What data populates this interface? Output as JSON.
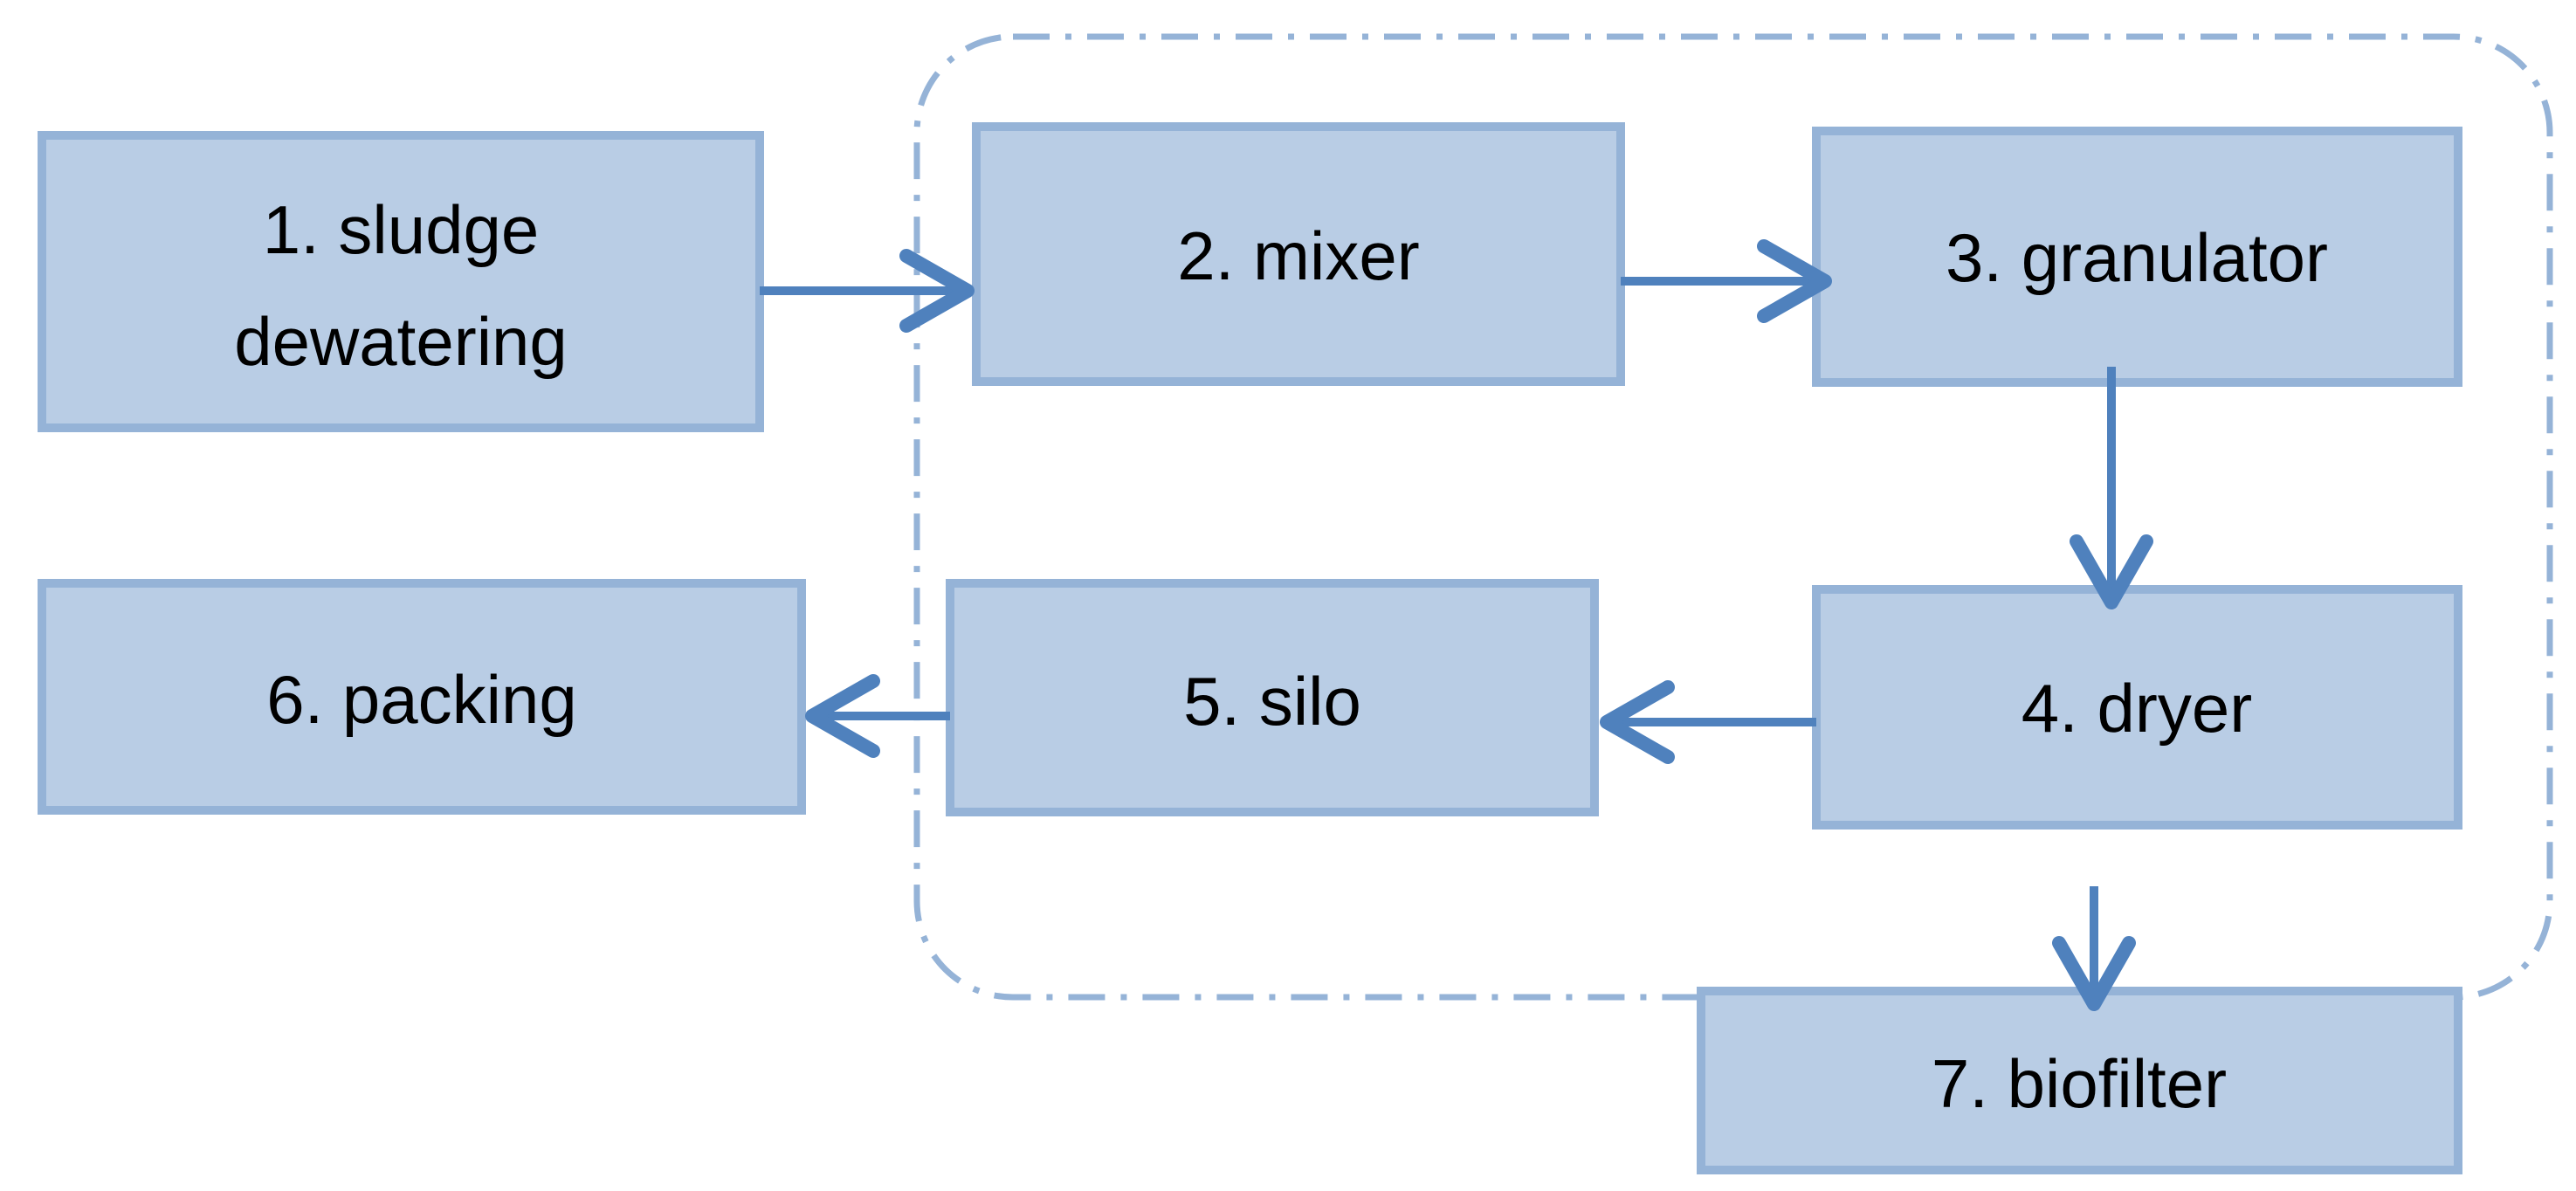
{
  "colors": {
    "box_fill": "#b9cde5",
    "box_stroke": "#95b3d7",
    "arrow": "#4f81bd",
    "dashed_border": "#95b3d7"
  },
  "nodes": {
    "sludge_dewatering": {
      "line1": "1. sludge",
      "line2": "dewatering"
    },
    "mixer": {
      "label": "2. mixer"
    },
    "granulator": {
      "label": "3. granulator"
    },
    "dryer": {
      "label": "4. dryer"
    },
    "silo": {
      "label": "5. silo"
    },
    "packing": {
      "label": "6. packing"
    },
    "biofilter": {
      "label": "7. biofilter"
    }
  },
  "edges": [
    {
      "from": "1. sludge dewatering",
      "to": "2. mixer"
    },
    {
      "from": "2. mixer",
      "to": "3. granulator"
    },
    {
      "from": "3. granulator",
      "to": "4. dryer"
    },
    {
      "from": "4. dryer",
      "to": "5. silo"
    },
    {
      "from": "5. silo",
      "to": "6. packing"
    },
    {
      "from": "4. dryer",
      "to": "7. biofilter"
    }
  ]
}
